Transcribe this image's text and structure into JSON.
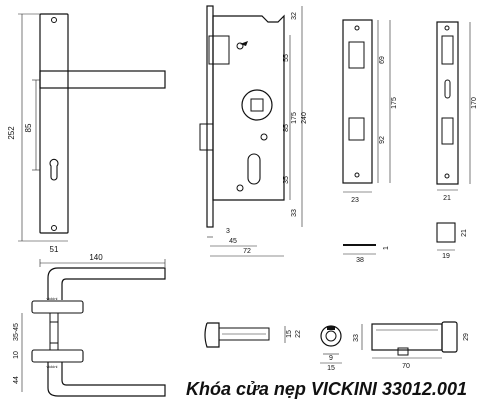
{
  "title": "Khóa cửa nẹp VICKINI 33012.001",
  "dimensions": {
    "handle_plate": {
      "height": "252",
      "center": "85",
      "width": "51",
      "lever_length": "140"
    },
    "mortise": {
      "top_offset": "32",
      "spindle_to_top": "55",
      "body": "175",
      "overall": "240",
      "backset_axis": "85",
      "lower_axis": "35",
      "bottom": "33",
      "face_offset": "3",
      "backset": "45",
      "depth": "72"
    },
    "faceplate": {
      "upper": "69",
      "mid": "175",
      "lower": "92",
      "width": "23",
      "edge_width": "38",
      "edge_thickness": "1"
    },
    "strike": {
      "length": "170",
      "width": "21",
      "box_width": "19",
      "box_height": "21"
    },
    "side_profile": {
      "rose_top": "35-45",
      "rose_mid": "10",
      "lower": "44"
    },
    "latch": {
      "a": "15",
      "b": "22"
    },
    "turn": {
      "a": "9",
      "b": "15"
    },
    "cylinder": {
      "height": "33",
      "length": "70",
      "knob": "29"
    }
  },
  "brand": {
    "rose_logo": "vickini"
  }
}
